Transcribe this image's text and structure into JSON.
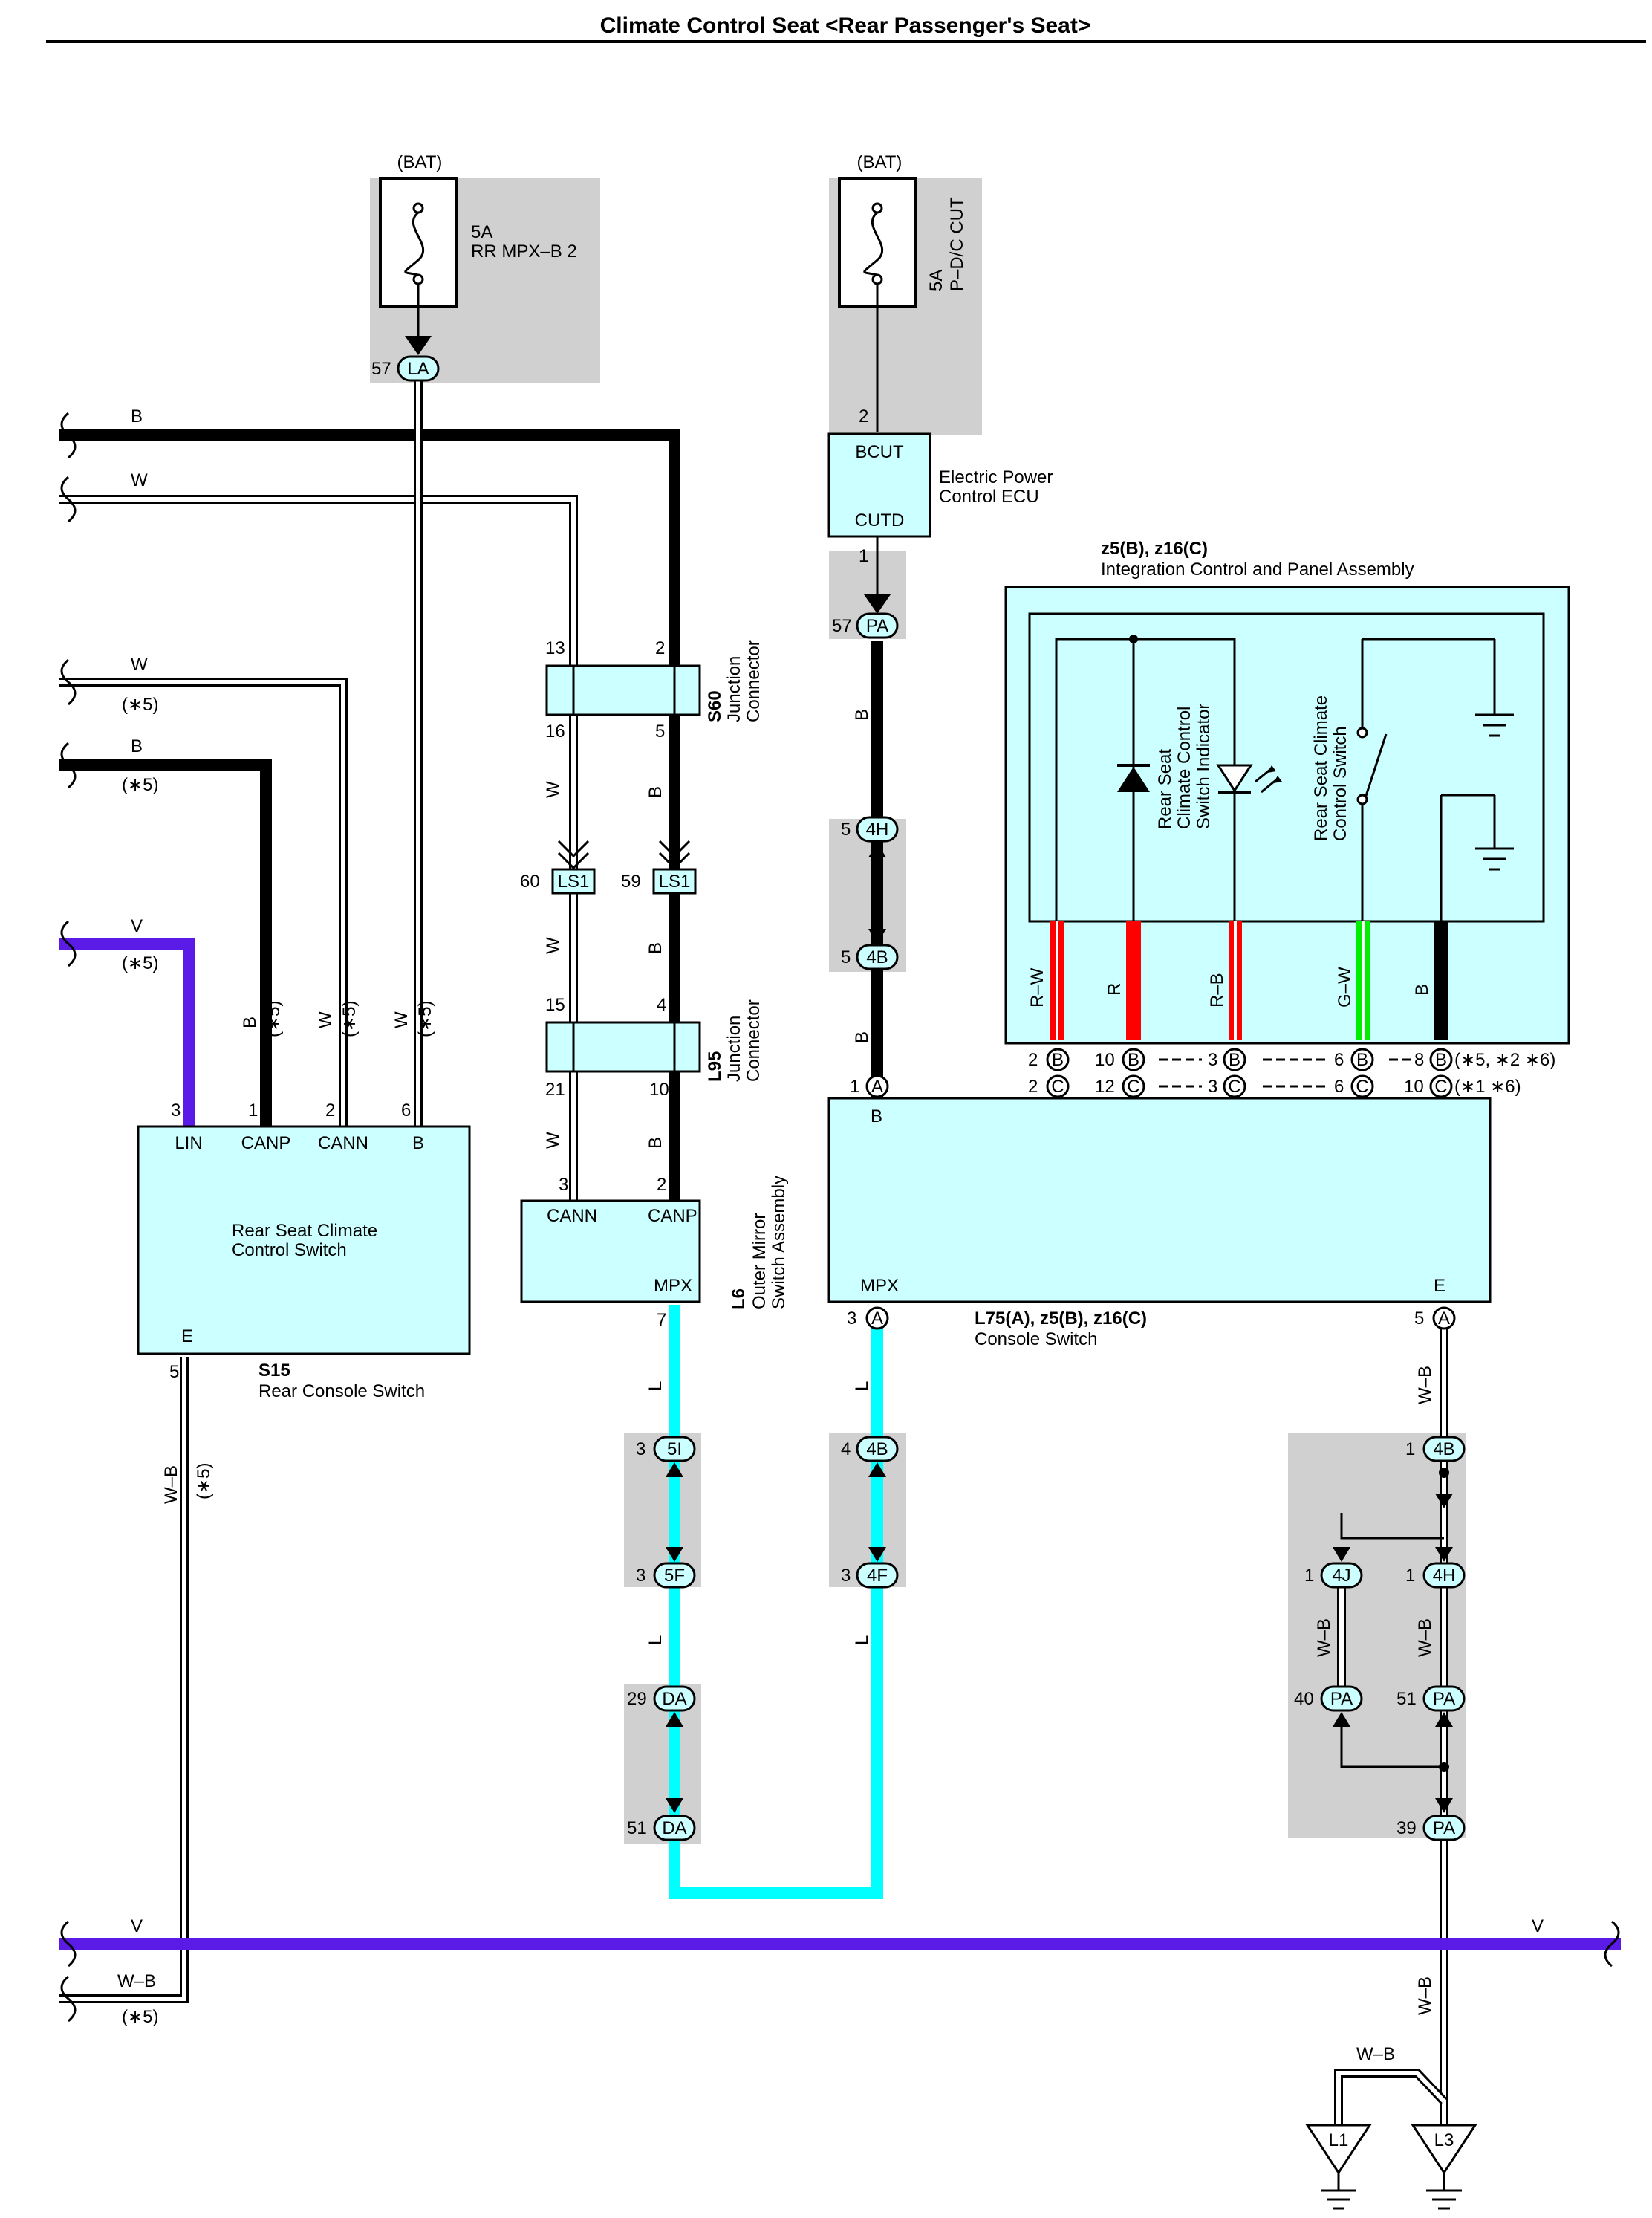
{
  "title": "Climate Control Seat <Rear Passenger's Seat>",
  "power_left": {
    "source": "(BAT)",
    "fuse_amp": "5A",
    "fuse_name": "RR MPX–B 2",
    "pin": "57",
    "connector": "LA"
  },
  "power_right": {
    "source": "(BAT)",
    "fuse_amp": "5A",
    "fuse_name": "P–D/C CUT",
    "pin_top": "2"
  },
  "left_wires": [
    {
      "color": "B",
      "note": ""
    },
    {
      "color": "W",
      "note": ""
    },
    {
      "color": "W",
      "note": "(∗5)"
    },
    {
      "color": "B",
      "note": "(∗5)"
    },
    {
      "color": "V",
      "note": "(∗5)"
    }
  ],
  "ecu": {
    "term_top": "BCUT",
    "term_bottom": "CUTD",
    "label_line1": "Electric Power",
    "label_line2": "Control ECU",
    "pin_out": "1",
    "pin_pa": "57",
    "pa": "PA"
  },
  "junction_s60": {
    "code": "S60",
    "name_line1": "Junction",
    "name_line2": "Connector",
    "pins": [
      "13",
      "2",
      "16",
      "5"
    ]
  },
  "junction_l95": {
    "code": "L95",
    "name_line1": "Junction",
    "name_line2": "Connector",
    "pins": [
      "15",
      "4",
      "21",
      "10"
    ]
  },
  "ls1": {
    "name": "LS1",
    "pin_left": "60",
    "pin_right": "59"
  },
  "rear_console": {
    "code": "S15",
    "name": "Rear Console Switch",
    "inner_line1": "Rear Seat Climate",
    "inner_line2": "Control Switch",
    "terms": [
      "LIN",
      "CANP",
      "CANN",
      "B"
    ],
    "pins": [
      "3",
      "1",
      "2",
      "6"
    ],
    "ground_term": "E",
    "ground_pin": "5",
    "wire_labels": [
      "B",
      "(∗5)",
      "W",
      "(∗5)",
      "W",
      "(∗5)"
    ]
  },
  "outer_mirror": {
    "code": "L6",
    "name_line1": "Outer Mirror",
    "name_line2": "Switch Assembly",
    "terms": [
      "CANN",
      "CANP"
    ],
    "pins": [
      "3",
      "2"
    ],
    "mpx": "MPX",
    "mpx_pin": "7"
  },
  "console_switch": {
    "code": "L75(A), z5(B), z16(C)",
    "name": "Console Switch",
    "term_b": "B",
    "mpx": "MPX",
    "mpx_pin": "3",
    "mpx_conn": "A",
    "e": "E",
    "e_pin": "5",
    "e_conn": "A",
    "pin_a": "1",
    "conn_a": "A"
  },
  "panel": {
    "code": "z5(B), z16(C)",
    "name": "Integration Control and Panel Assembly",
    "indicator_line1": "Rear Seat",
    "indicator_line2": "Climate Control",
    "indicator_line3": "Switch Indicator",
    "switch_line1": "Rear Seat Climate",
    "switch_line2": "Control Switch",
    "wires": [
      "R–W",
      "R",
      "R–B",
      "G–W",
      "B"
    ],
    "row_b": {
      "pins": [
        "2",
        "10",
        "3",
        "6",
        "8"
      ],
      "conn": "B",
      "note": "(∗5, ∗2 ∗6)"
    },
    "row_c": {
      "pins": [
        "2",
        "12",
        "3",
        "6",
        "10"
      ],
      "conn": "C",
      "note": "(∗1 ∗6)"
    }
  },
  "mid_conn": [
    {
      "pin": "5",
      "name": "4H"
    },
    {
      "pin": "5",
      "name": "4B"
    }
  ],
  "left_chain": [
    {
      "pin": "3",
      "name": "5I"
    },
    {
      "pin": "3",
      "name": "5F"
    },
    {
      "pin": "29",
      "name": "DA"
    },
    {
      "pin": "51",
      "name": "DA"
    }
  ],
  "mid_chain": [
    {
      "pin": "4",
      "name": "4B"
    },
    {
      "pin": "3",
      "name": "4F"
    }
  ],
  "right_chain": [
    {
      "pin": "1",
      "name": "4B"
    },
    {
      "pin": "1",
      "name": "4J"
    },
    {
      "pin": "1",
      "name": "4H"
    },
    {
      "pin": "40",
      "name": "PA"
    },
    {
      "pin": "51",
      "name": "PA"
    },
    {
      "pin": "39",
      "name": "PA"
    }
  ],
  "wire_text": {
    "b": "B",
    "w": "W",
    "l": "L",
    "wb": "W–B",
    "v": "V",
    "star5": "(∗5)"
  },
  "grounds": {
    "g1": "L1",
    "g2": "L3"
  },
  "bottom_bus": {
    "v": "V",
    "wb": "W–B",
    "note": "(∗5)"
  },
  "colors": {
    "cyan_box": "#ccffff",
    "grey_zone": "#d0d0d0",
    "violet": "#5a1be6",
    "cyan_wire": "#00ffff",
    "red": "#ff0000",
    "green": "#00ee00"
  }
}
